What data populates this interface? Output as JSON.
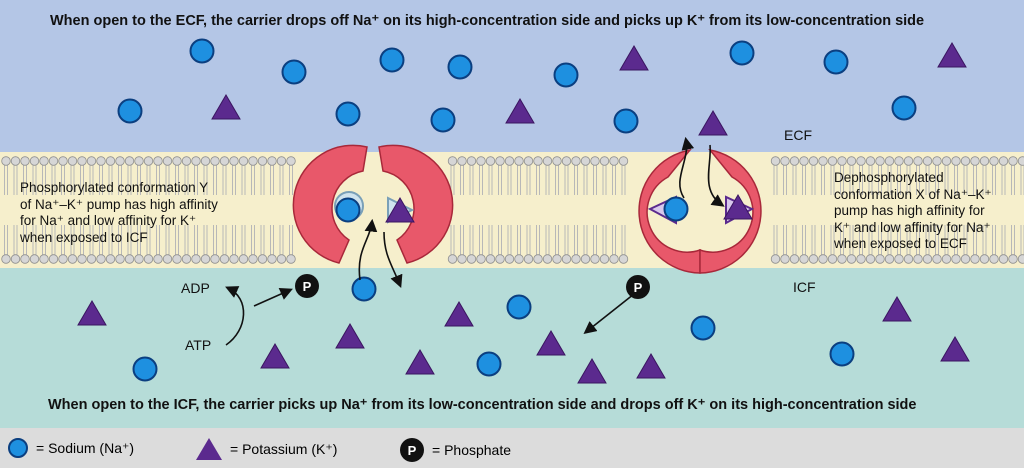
{
  "banners": {
    "top": "When open to the ECF, the carrier drops off Na⁺ on its high-concentration side and picks up K⁺ from its low-concentration side",
    "bottom": "When open to the ICF, the carrier picks up Na⁺ from its low-concentration side and drops off K⁺ on its high-concentration side"
  },
  "zones": {
    "ecf": "ECF",
    "icf": "ICF"
  },
  "left_caption": [
    "Phosphorylated conformation Y",
    "of Na⁺–K⁺ pump has high affinity",
    "for Na⁺ and low affinity for K⁺",
    "when exposed to ICF"
  ],
  "right_caption": [
    "Dephosphorylated",
    "conformation X of Na⁺–K⁺",
    "pump has high affinity for",
    "K⁺ and low affinity for Na⁺",
    "when exposed to ECF"
  ],
  "reaction": {
    "adp": "ADP",
    "atp": "ATP"
  },
  "phosphate_symbol": "P",
  "legend": {
    "sodium": "= Sodium (Na⁺)",
    "potassium": "= Potassium (K⁺)",
    "phosphate": "= Phosphate"
  },
  "colors": {
    "ecf_background": "#b4c6e6",
    "icf_background": "#b6dcd8",
    "membrane": "#f6efcc",
    "pump": "#e8586a",
    "sodium": "#1e90e0",
    "potassium": "#5b2a8e",
    "phosphate": "#111111"
  }
}
